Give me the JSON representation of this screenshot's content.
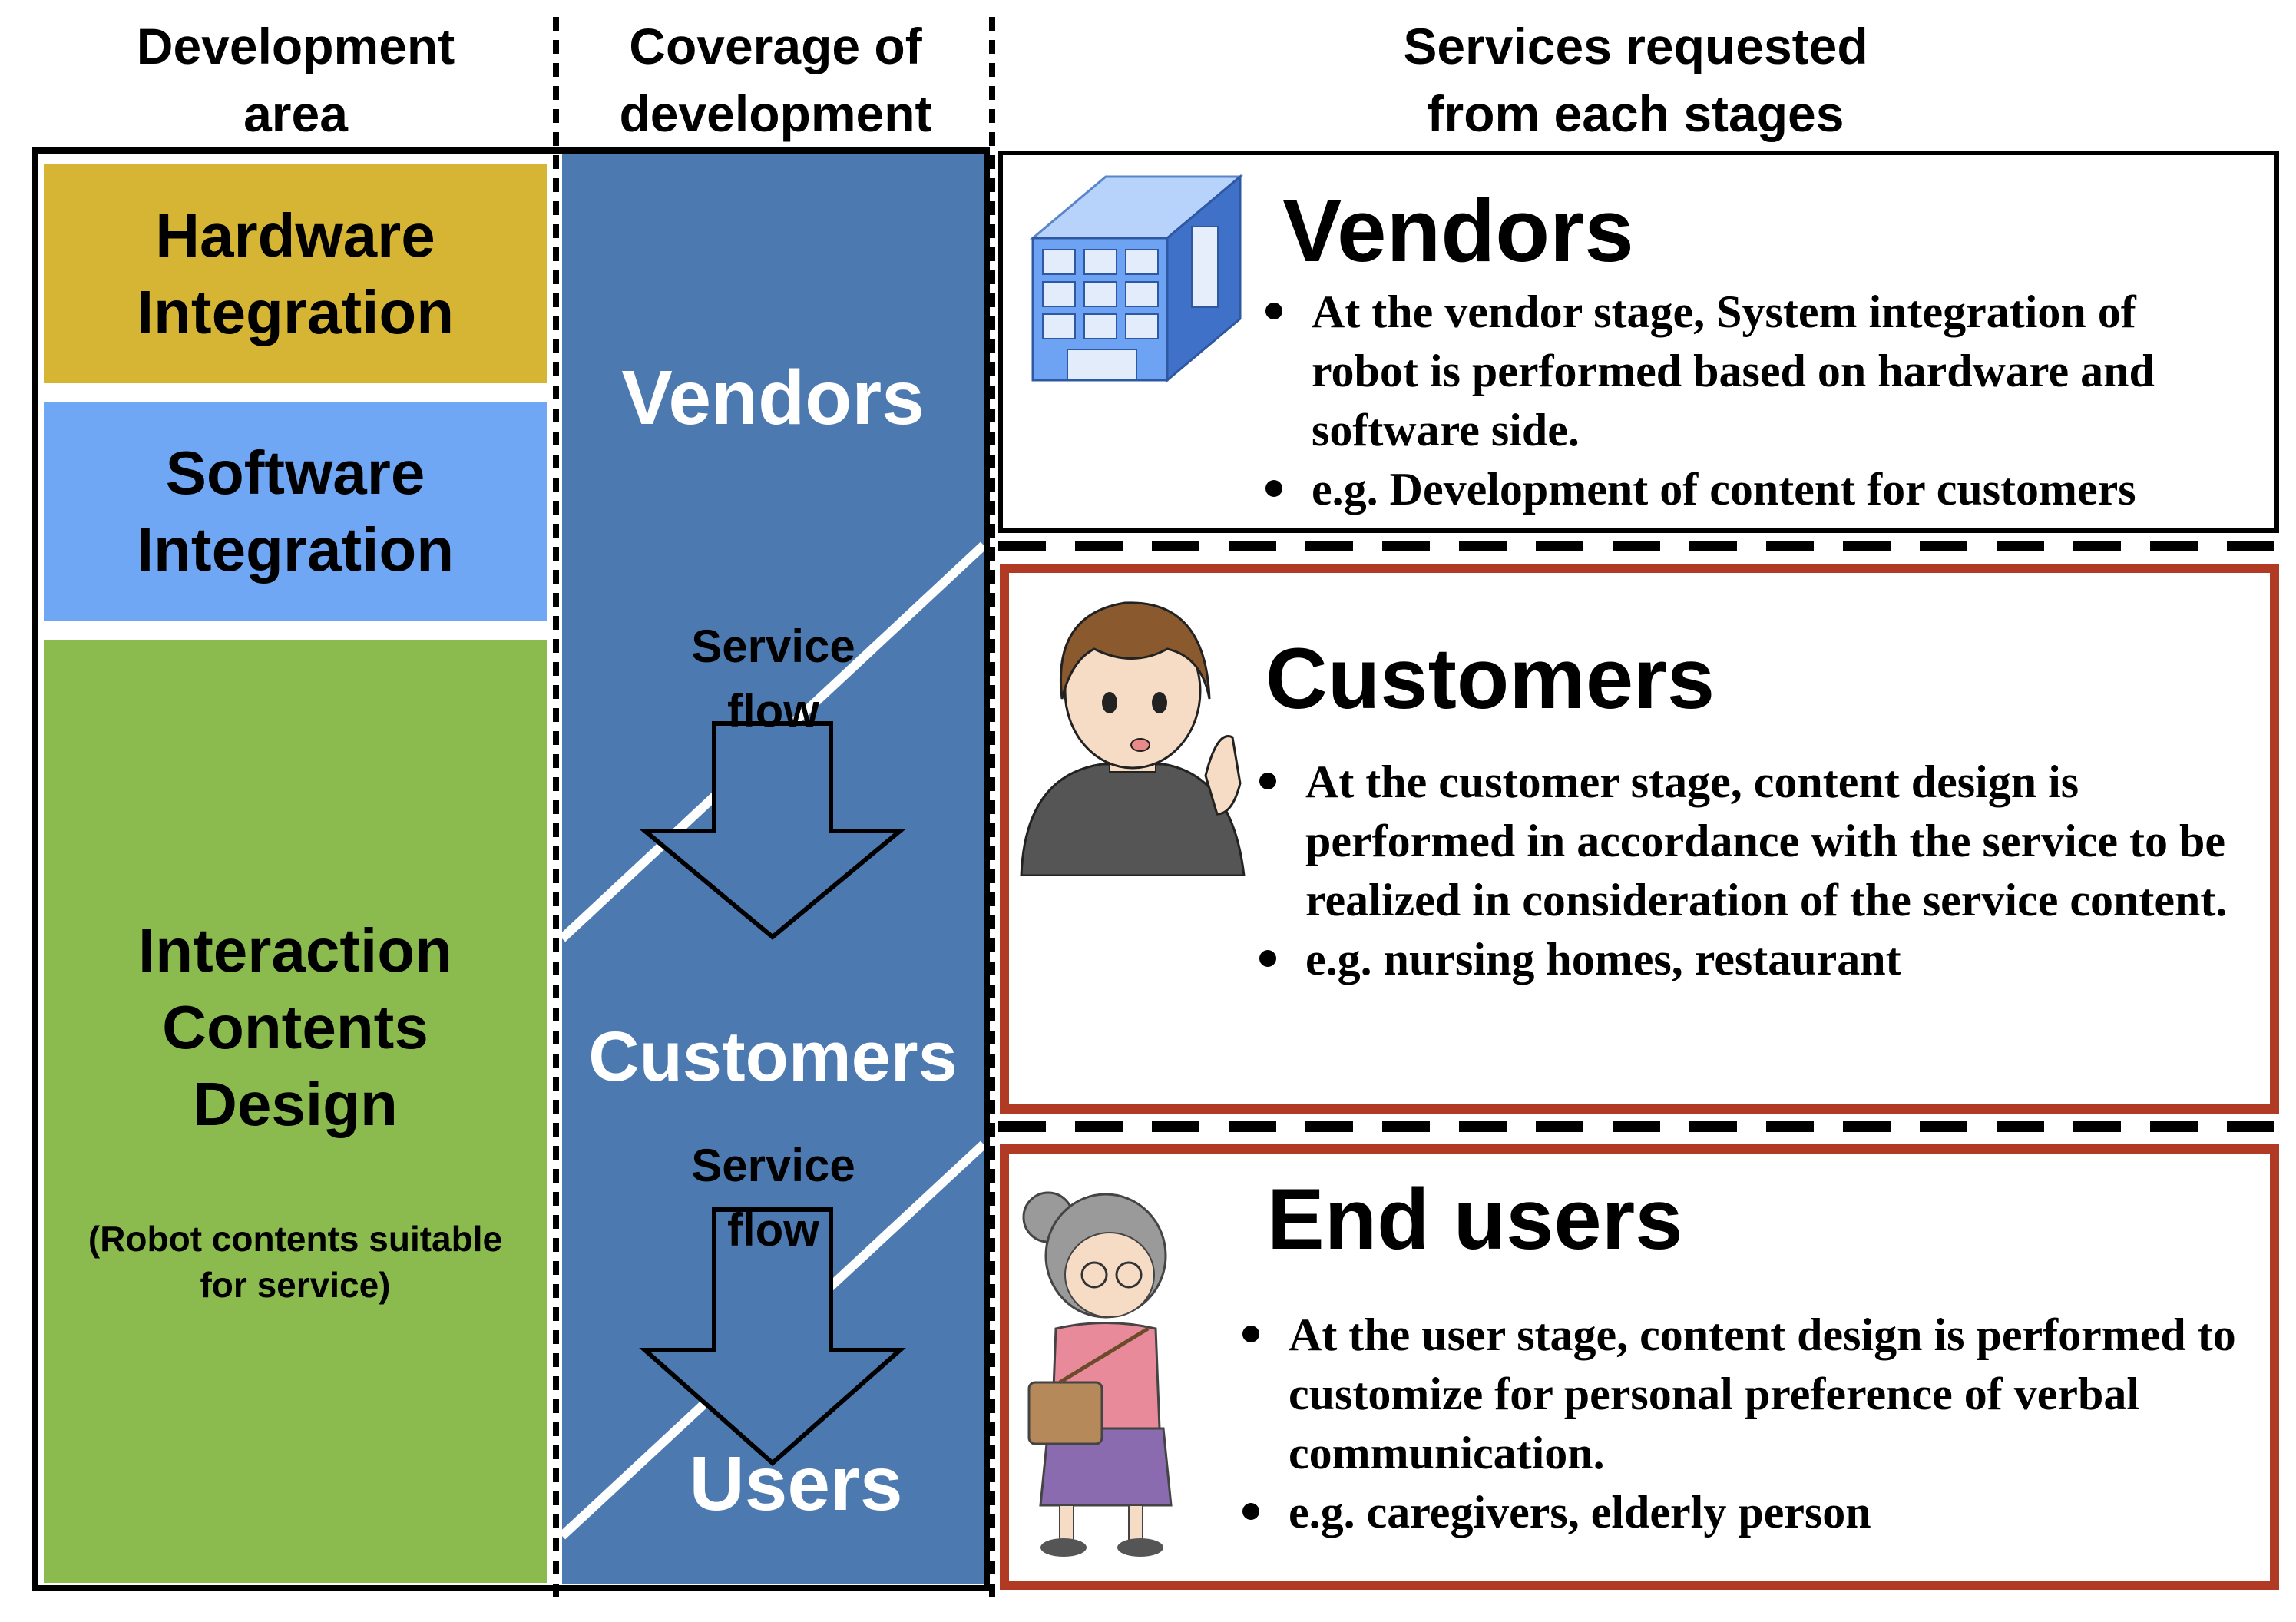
{
  "headers": {
    "development_area": [
      "Development",
      "area"
    ],
    "coverage": [
      "Coverage of",
      "development"
    ],
    "services": [
      "Services requested",
      "from each stages"
    ]
  },
  "areas": {
    "hardware": [
      "Hardware",
      "Integration"
    ],
    "software": [
      "Software",
      "Integration"
    ],
    "interaction": [
      "Interaction",
      "Contents",
      "Design"
    ],
    "interaction_note": [
      "(Robot contents suitable",
      "for service)"
    ]
  },
  "coverage_column": {
    "vendors": "Vendors",
    "customers": "Customers",
    "users": "Users",
    "flow1": [
      "Service",
      "flow"
    ],
    "flow2": [
      "Service",
      "flow"
    ]
  },
  "stages": {
    "vendors": {
      "title": "Vendors",
      "bullets": [
        "At the vendor stage, System integration of robot is performed based on hardware and software side.",
        "e.g. Development of content for customers"
      ]
    },
    "customers": {
      "title": "Customers",
      "bullets": [
        "At the customer stage, content design is performed in accordance with the service to be realized in consideration of the service content.",
        "e.g. nursing homes, restaurant"
      ]
    },
    "end_users": {
      "title": "End users",
      "bullets": [
        "At the user stage, content design is performed to customize for personal preference of verbal communication.",
        "e.g. caregivers, elderly person"
      ]
    }
  },
  "colors": {
    "hardware": "#d6b535",
    "software": "#6fa7f5",
    "interaction": "#8bbb4f",
    "coverage_blue": "#4c7ab0",
    "highlight_border": "#b03a24"
  }
}
